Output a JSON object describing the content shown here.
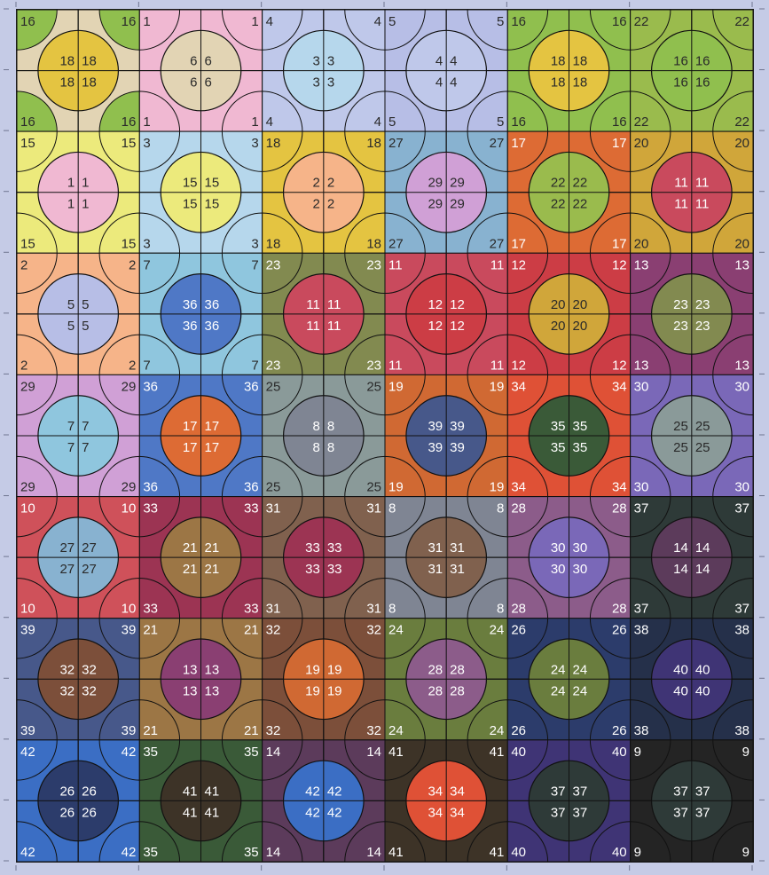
{
  "grid": {
    "cols": 12,
    "rows": 14
  },
  "colors": {
    "1": "#f0b8d2",
    "2": "#f6b489",
    "3": "#b6d7ec",
    "4": "#bfc8ea",
    "5": "#b7bee6",
    "6": "#e2d4b4",
    "7": "#8fc6de",
    "8": "#7f8593",
    "9": "#242424",
    "10": "#cf515a",
    "11": "#c94a5d",
    "12": "#cc3d45",
    "13": "#8a3f72",
    "14": "#5c3b5b",
    "15": "#ecea7c",
    "16": "#90bf4e",
    "17": "#dd6b34",
    "18": "#e4c441",
    "19": "#d06933",
    "20": "#d0a63a",
    "21": "#9c7645",
    "22": "#9abb4d",
    "23": "#828a50",
    "24": "#6a7d3e",
    "25": "#8a9a99",
    "26": "#2c3c6b",
    "27": "#88b2d0",
    "28": "#8c5c8a",
    "29": "#d0a0d6",
    "30": "#7a68b8",
    "31": "#80614e",
    "32": "#7c4f3a",
    "33": "#9c3453",
    "34": "#df5136",
    "35": "#3a5a38",
    "36": "#4f78c6",
    "37": "#2e3a38",
    "38": "#25304a",
    "39": "#47588a",
    "40": "#3f3475",
    "41": "#3d3327",
    "42": "#3b6ec4"
  },
  "blocks": [
    [
      "18,6,16",
      "6,1,1",
      "3,4,4",
      "4,5,5",
      "18,16,16",
      "16,22,22"
    ],
    [
      "1,15,15",
      "15,3,3",
      "2,18,18",
      "29,27,27",
      "22,17,17",
      "11,20,20"
    ],
    [
      "5,2,2",
      "36,7,7",
      "11,23,23",
      "12,11,11",
      "20,12,12",
      "23,13,13"
    ],
    [
      "7,29,29",
      "17,36,36",
      "8,25,25",
      "39,19,19",
      "35,34,34",
      "25,30,30"
    ],
    [
      "27,10,10",
      "21,33,33",
      "33,31,31",
      "31,8,8",
      "30,28,28",
      "14,37,37"
    ],
    [
      "32,39,39",
      "13,21,21",
      "19,32,32",
      "28,24,24",
      "24,26,26",
      "40,38,38"
    ],
    [
      "26,42,42",
      "41,35,35",
      "42,14,14",
      "34,41,41",
      "37,40,40",
      "37,9,9"
    ]
  ]
}
